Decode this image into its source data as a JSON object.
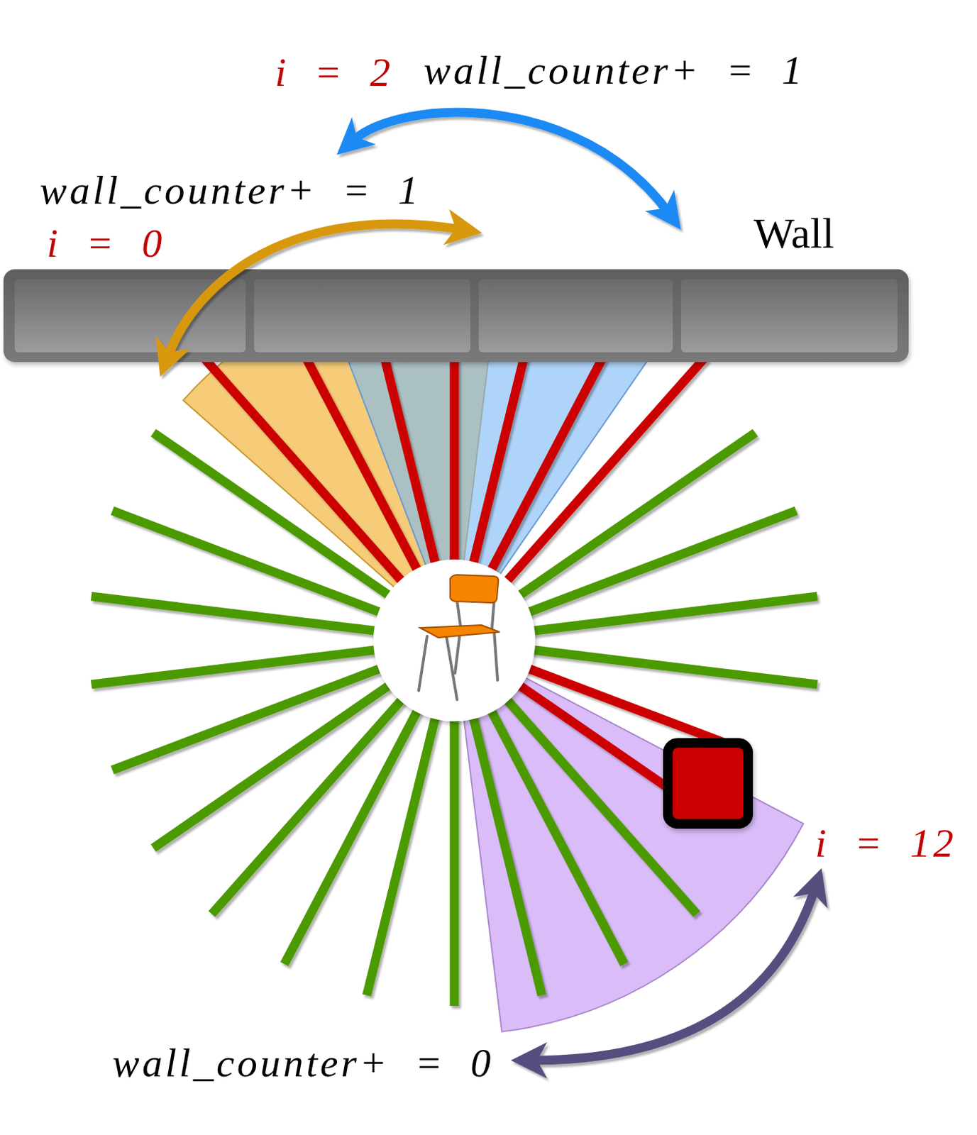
{
  "diagram": {
    "nodes": [
      {
        "text": [
          "Wall"
        ]
      }
    ],
    "labels": [
      "i = 2",
      "wall_counter+ = 1",
      "wall_counter+ = 1",
      "i = 0",
      "i = 12",
      "wall_counter+ = 0"
    ]
  }
}
